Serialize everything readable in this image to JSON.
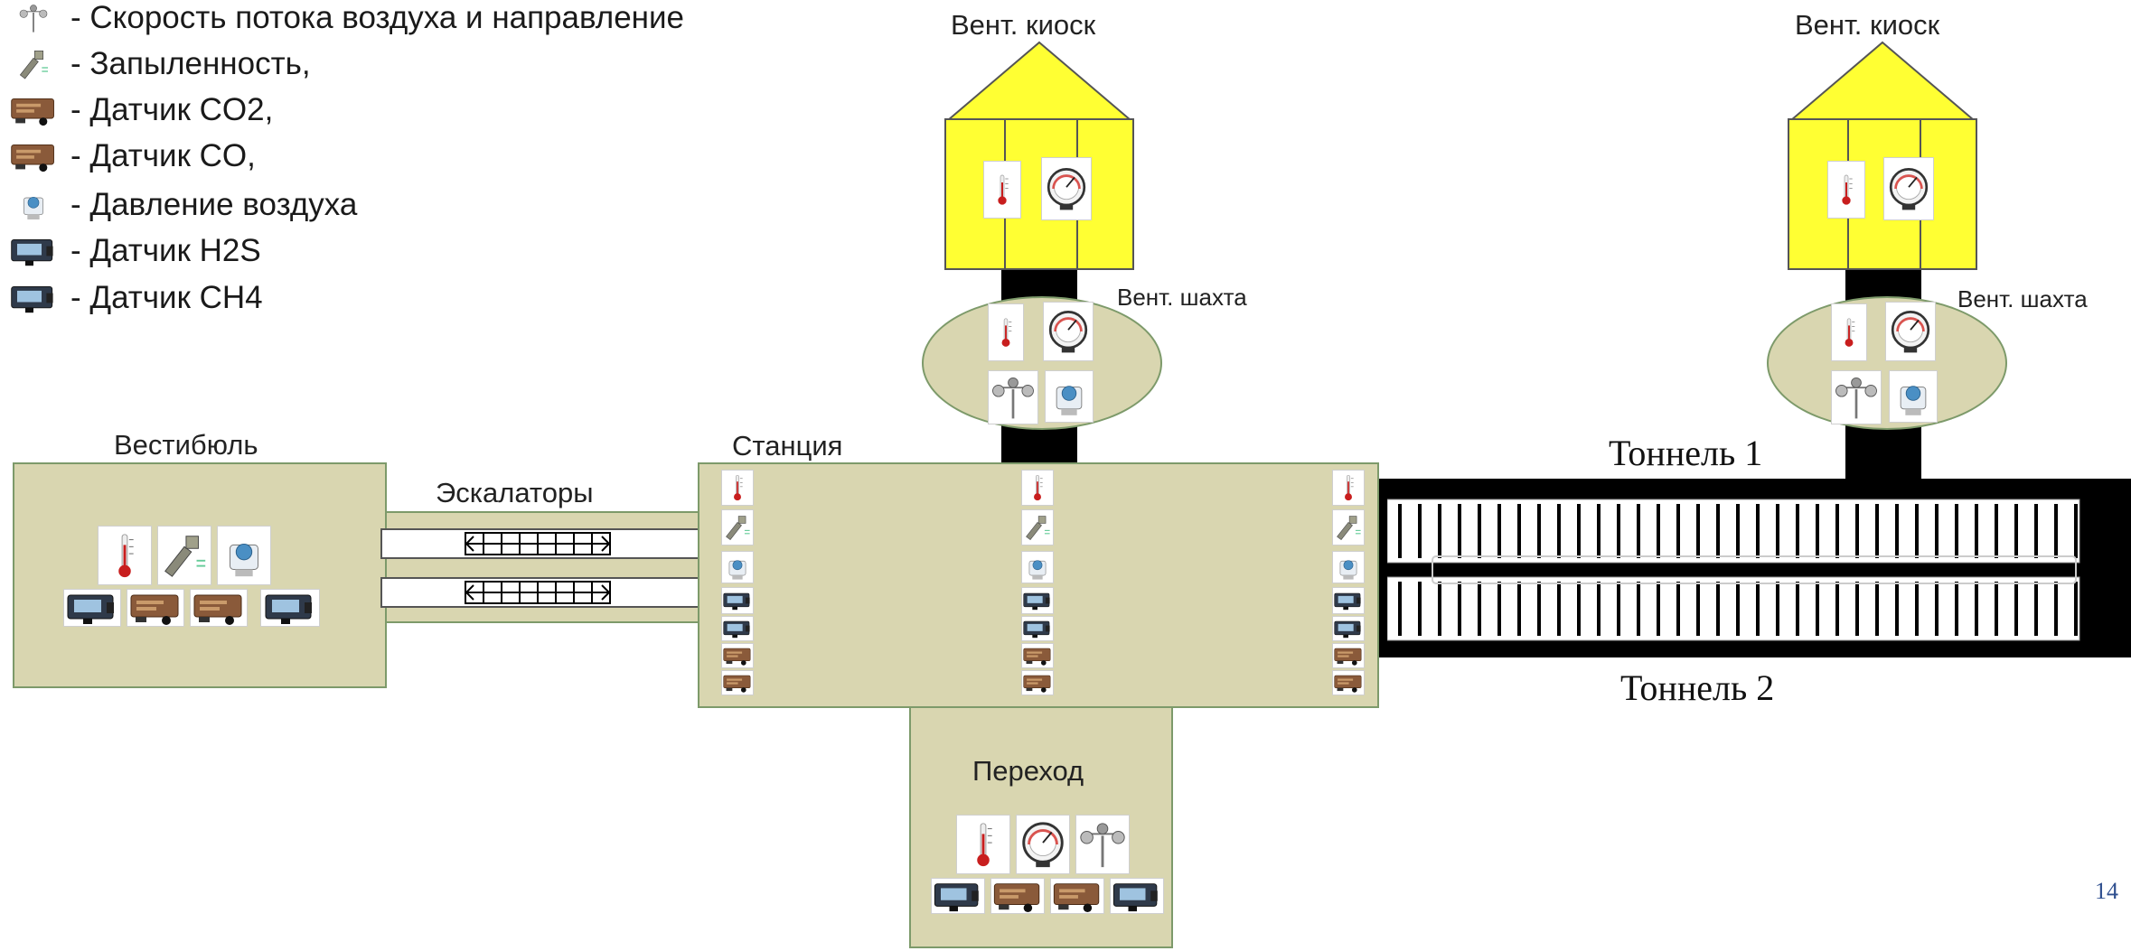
{
  "legend": [
    {
      "icon": "anemometer-icon",
      "text": "- Скорость потока воздуха и направление"
    },
    {
      "icon": "dust-sensor-icon",
      "text": "- Запыленность,"
    },
    {
      "icon": "co2-sensor-icon",
      "text": "- Датчик CO2,"
    },
    {
      "icon": "co-sensor-icon",
      "text": "- Датчик CO,"
    },
    {
      "icon": "pressure-sensor-icon",
      "text": "- Давление воздуха"
    },
    {
      "icon": "h2s-sensor-icon",
      "text": "- Датчик H2S"
    },
    {
      "icon": "ch4-sensor-icon",
      "text": "- Датчик CH4"
    }
  ],
  "labels": {
    "vestibule": "Вестибюль",
    "escalators": "Эскалаторы",
    "station": "Станция",
    "transition": "Переход",
    "kiosk_left": "Вент. киоск",
    "kiosk_right": "Вент. киоск",
    "shaft_left": "Вент. шахта",
    "shaft_right": "Вент. шахта",
    "tunnel1": "Тоннель 1",
    "tunnel2": "Тоннель 2"
  },
  "page_number": "14",
  "colors": {
    "area_fill": "#d9d6b0",
    "area_border": "#7d9a6a",
    "kiosk_fill": "#ffff33",
    "tunnel": "#000000"
  }
}
